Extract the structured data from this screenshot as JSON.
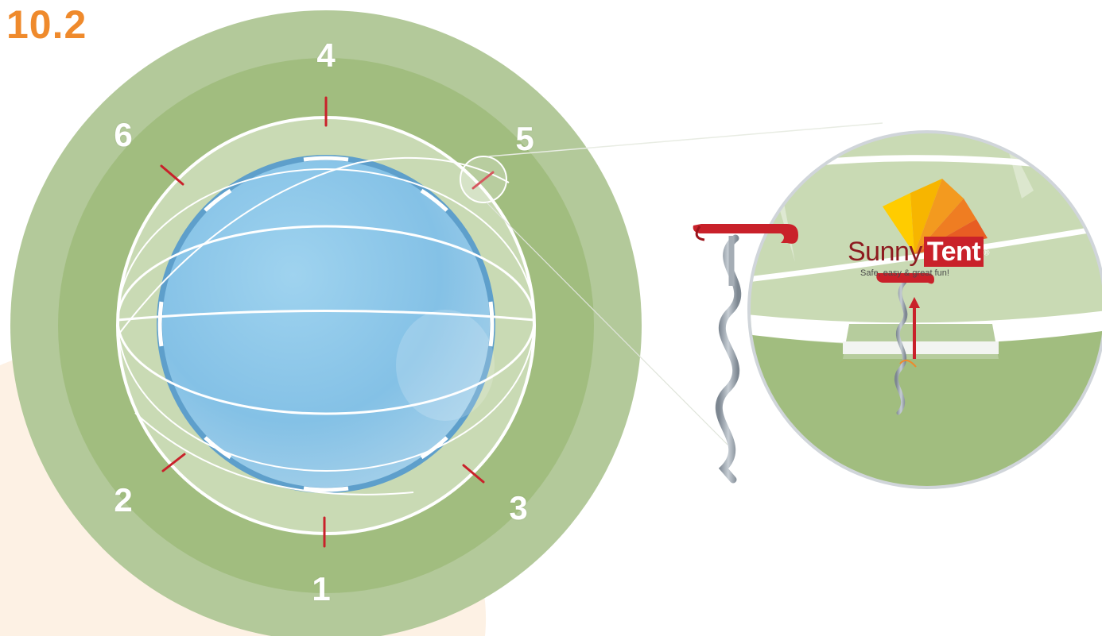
{
  "step": "10.2",
  "stakes": [
    {
      "label": "1"
    },
    {
      "label": "2"
    },
    {
      "label": "3"
    },
    {
      "label": "4"
    },
    {
      "label": "5"
    },
    {
      "label": "6"
    }
  ],
  "brand": {
    "name_part1": "Sunny",
    "name_part2": "Tent",
    "registered": "®",
    "tagline": "Safe, easy & great fun!"
  },
  "colors": {
    "accent": "#ef8a2c",
    "grass_outer": "#b3c99a",
    "grass_mid": "#a1bd7f",
    "grass_inner": "#c9dab4",
    "pool": "#8cc6e6",
    "stake_red": "#c9212a",
    "auger_gray": "#9aa3ad"
  }
}
